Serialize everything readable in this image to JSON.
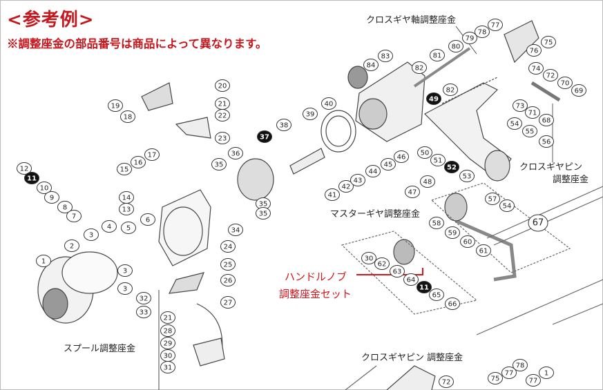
{
  "header": {
    "title": "<参考例>",
    "note": "※調整座金の部品番号は商品によって異なります。"
  },
  "labels": {
    "cross_gear_shaft_washer": "クロスギヤ軸調整座金",
    "cross_gear_pin_washer_1": "クロスギヤピン",
    "cross_gear_pin_washer_2": "調整座金",
    "master_gear_washer": "マスターギヤ調整座金",
    "handle_knob_1": "ハンドルノブ",
    "handle_knob_2": "調整座金セット",
    "spool_washer": "スプール調整座金",
    "cross_gear_pin_washer_bottom": "クロスギヤピン 調整座金"
  },
  "parts": [
    {
      "no": "20"
    },
    {
      "no": "21"
    },
    {
      "no": "22"
    },
    {
      "no": "23"
    },
    {
      "no": "19"
    },
    {
      "no": "18"
    },
    {
      "no": "17"
    },
    {
      "no": "16"
    },
    {
      "no": "15"
    },
    {
      "no": "35"
    },
    {
      "no": "36"
    },
    {
      "no": "37",
      "highlight": true
    },
    {
      "no": "38"
    },
    {
      "no": "39"
    },
    {
      "no": "40"
    },
    {
      "no": "41"
    },
    {
      "no": "42"
    },
    {
      "no": "43"
    },
    {
      "no": "44"
    },
    {
      "no": "45"
    },
    {
      "no": "46"
    },
    {
      "no": "47"
    },
    {
      "no": "48"
    },
    {
      "no": "50"
    },
    {
      "no": "51"
    },
    {
      "no": "52",
      "highlight": true
    },
    {
      "no": "53"
    },
    {
      "no": "12"
    },
    {
      "no": "11",
      "highlight": true
    },
    {
      "no": "10"
    },
    {
      "no": "9"
    },
    {
      "no": "8"
    },
    {
      "no": "7"
    },
    {
      "no": "14"
    },
    {
      "no": "13"
    },
    {
      "no": "6"
    },
    {
      "no": "5"
    },
    {
      "no": "4"
    },
    {
      "no": "3"
    },
    {
      "no": "2"
    },
    {
      "no": "1"
    },
    {
      "no": "3"
    },
    {
      "no": "3"
    },
    {
      "no": "32"
    },
    {
      "no": "33"
    },
    {
      "no": "34"
    },
    {
      "no": "35"
    },
    {
      "no": "35"
    },
    {
      "no": "24"
    },
    {
      "no": "25"
    },
    {
      "no": "26"
    },
    {
      "no": "27"
    },
    {
      "no": "21"
    },
    {
      "no": "28"
    },
    {
      "no": "29"
    },
    {
      "no": "30"
    },
    {
      "no": "31"
    },
    {
      "no": "83"
    },
    {
      "no": "84"
    },
    {
      "no": "81"
    },
    {
      "no": "82"
    },
    {
      "no": "82"
    },
    {
      "no": "49",
      "highlight": true
    },
    {
      "no": "54"
    },
    {
      "no": "55"
    },
    {
      "no": "56"
    },
    {
      "no": "57"
    },
    {
      "no": "54"
    },
    {
      "no": "80"
    },
    {
      "no": "79"
    },
    {
      "no": "78"
    },
    {
      "no": "77"
    },
    {
      "no": "76"
    },
    {
      "no": "75"
    },
    {
      "no": "74"
    },
    {
      "no": "72"
    },
    {
      "no": "70"
    },
    {
      "no": "69"
    },
    {
      "no": "73"
    },
    {
      "no": "71"
    },
    {
      "no": "68"
    },
    {
      "no": "58"
    },
    {
      "no": "59"
    },
    {
      "no": "60"
    },
    {
      "no": "61"
    },
    {
      "no": "30"
    },
    {
      "no": "62"
    },
    {
      "no": "63"
    },
    {
      "no": "64"
    },
    {
      "no": "11",
      "highlight": true
    },
    {
      "no": "65"
    },
    {
      "no": "66"
    },
    {
      "no": "67"
    },
    {
      "no": "72"
    },
    {
      "no": "75"
    },
    {
      "no": "77"
    },
    {
      "no": "78"
    },
    {
      "no": "77"
    },
    {
      "no": "1"
    }
  ]
}
